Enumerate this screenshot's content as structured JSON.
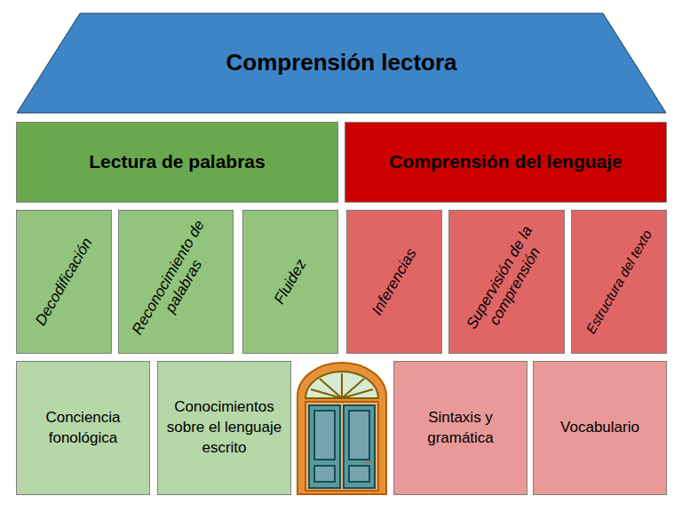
{
  "diagram": {
    "nodes": [
      {
        "text": [
          "Comprensión lectora"
        ]
      },
      {
        "text": [
          "Lectura de palabras"
        ]
      },
      {
        "text": [
          "Comprensión del lenguaje"
        ]
      },
      {
        "text": [
          "Decodificación"
        ]
      },
      {
        "text": [
          "Reconocimiento de palabras"
        ]
      },
      {
        "text": [
          "Fluidez"
        ]
      },
      {
        "text": [
          "Inferencias"
        ]
      },
      {
        "text": [
          "Supervisión de la comprensión"
        ]
      },
      {
        "text": [
          "Estructura del texto"
        ]
      },
      {
        "text": [
          "Conciencia fonológica"
        ]
      },
      {
        "text": [
          "Conocimientos sobre el lenguaje escrito"
        ]
      },
      {
        "text": [
          "Sintaxis y gramática"
        ]
      },
      {
        "text": [
          "Vocabulario"
        ]
      }
    ]
  }
}
